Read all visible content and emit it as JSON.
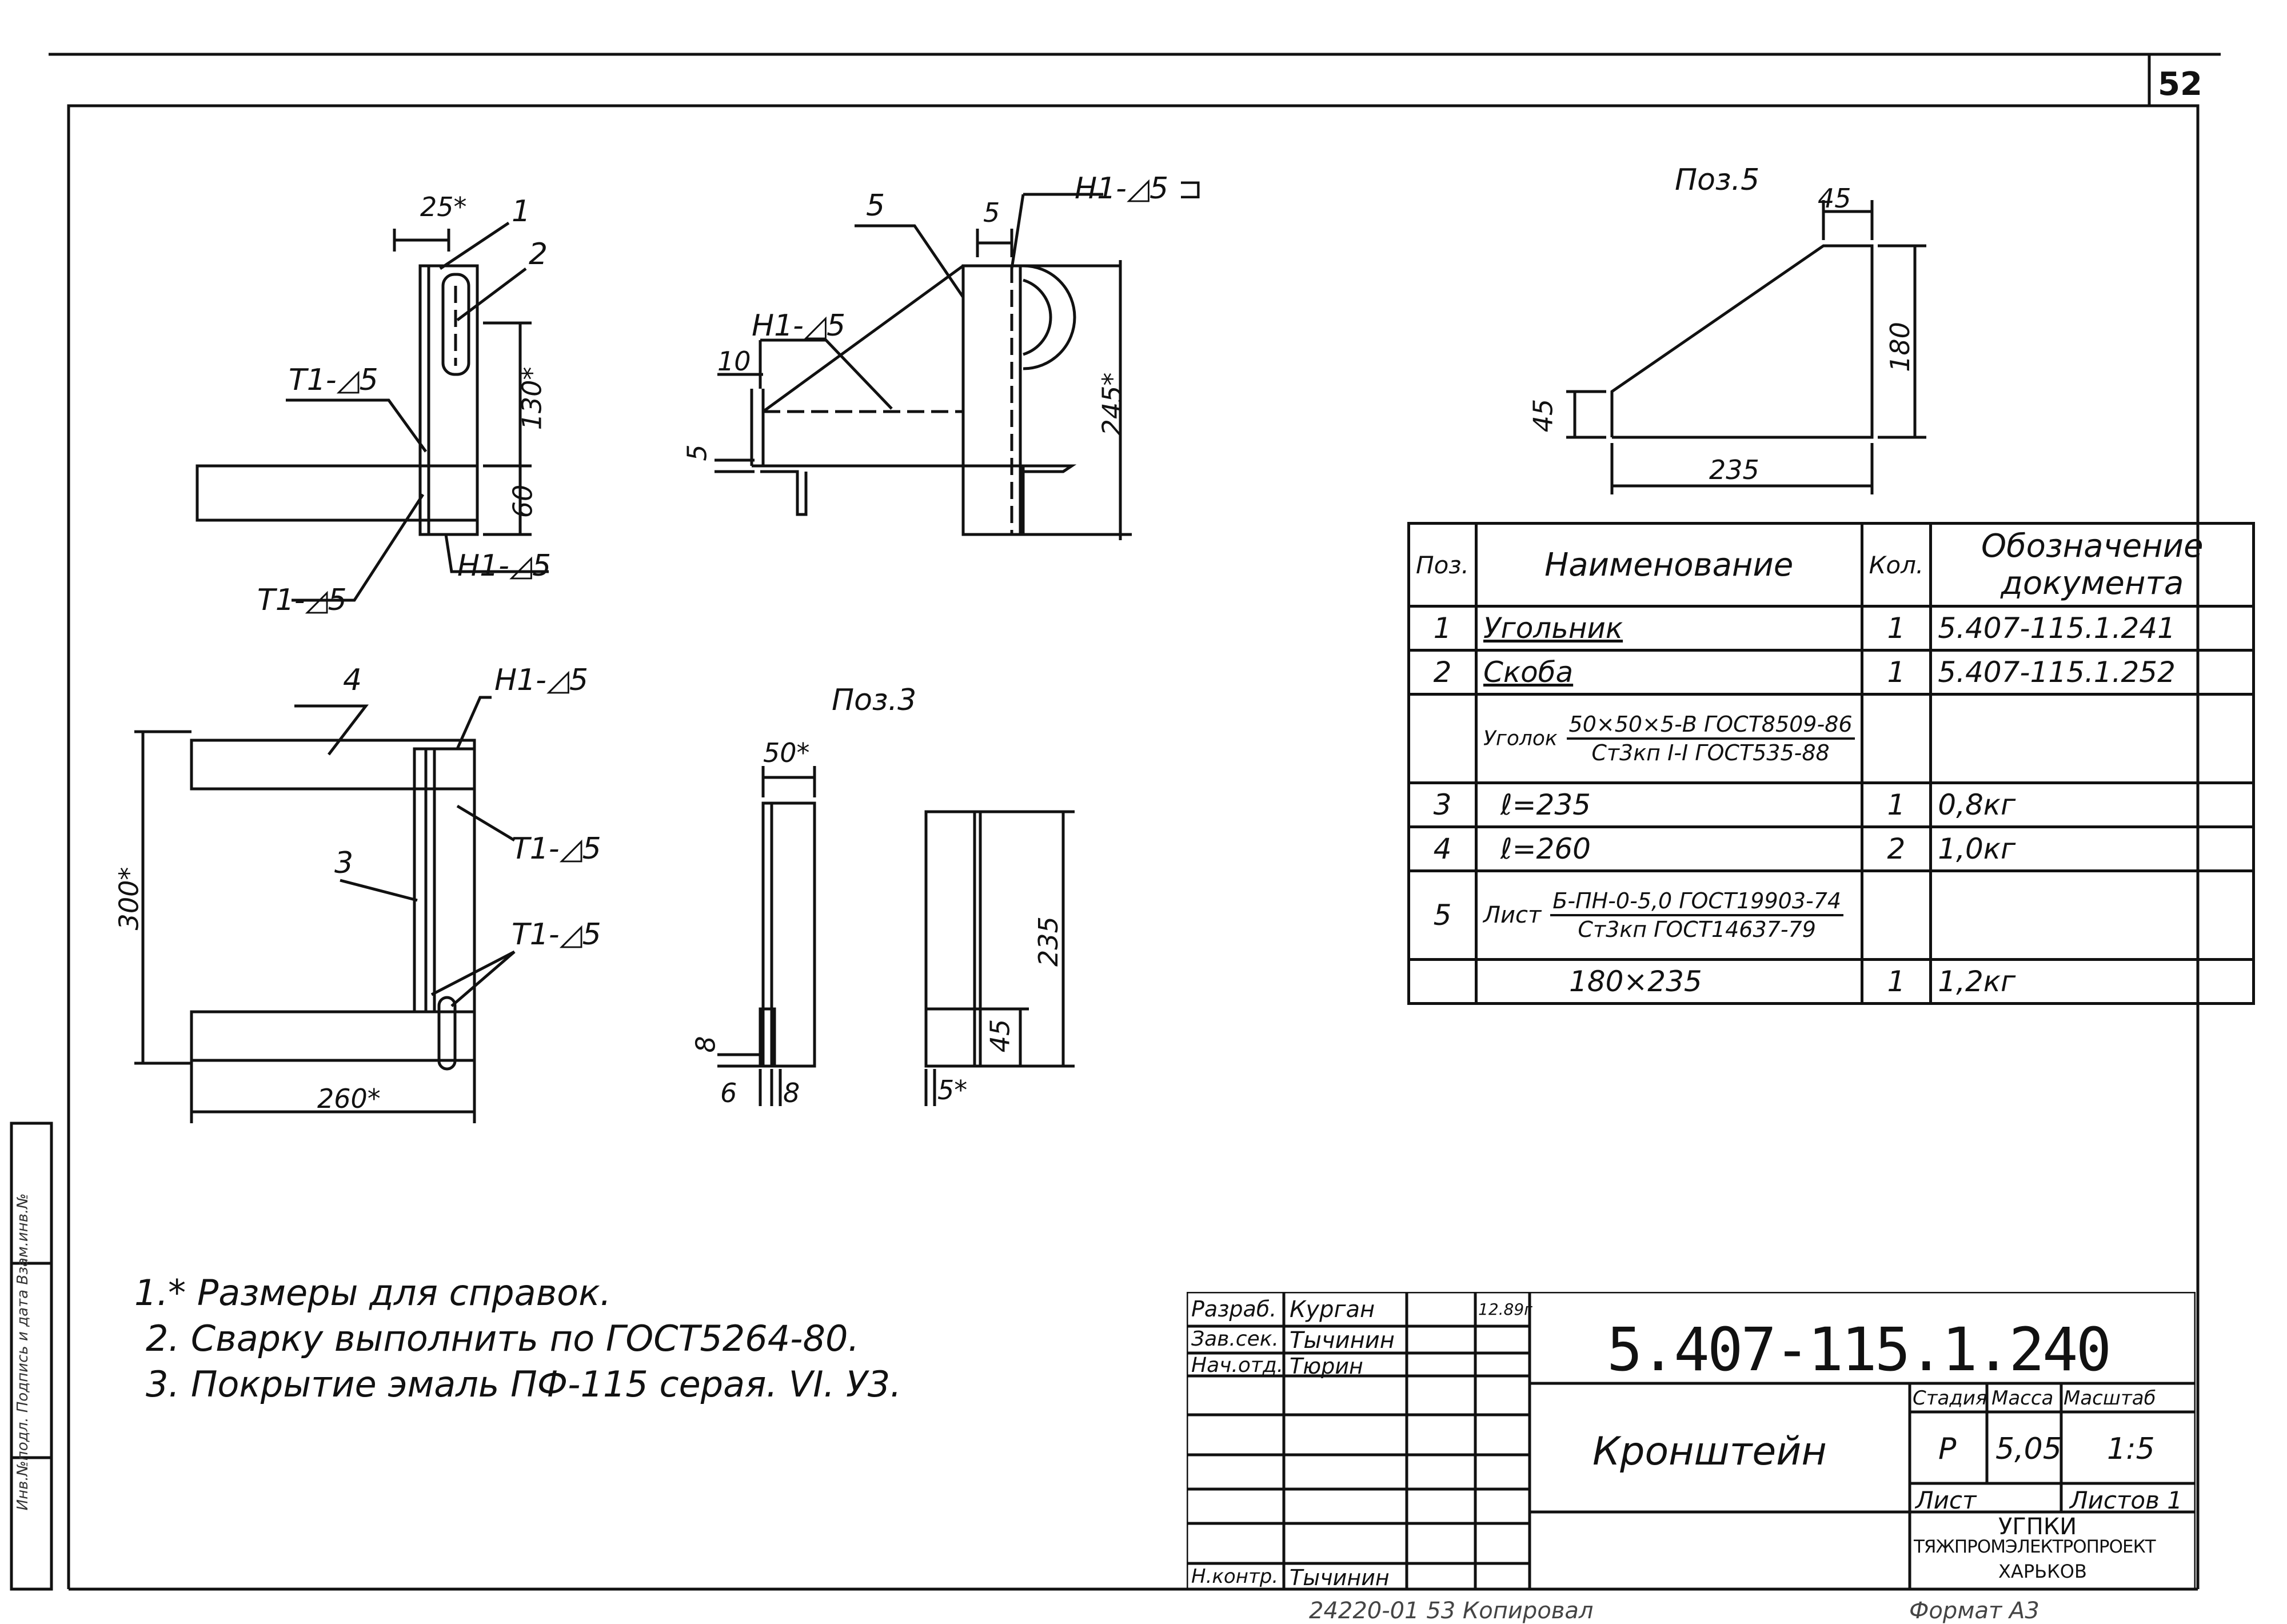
{
  "sheet": {
    "number": "52",
    "code": "5.407-115.1.240",
    "title": "Кронштейн",
    "footer": "24220-01  53  Копировал",
    "format": "Формат A3"
  },
  "view1": {
    "labels": [
      "25*",
      "1",
      "2",
      "Т1-◿5",
      "130*",
      "60",
      "Т1-◿5",
      "Н1-◿5"
    ]
  },
  "view2": {
    "labels": [
      "5",
      "5",
      "Н1-◿5 ⊐",
      "Н1-◿5",
      "10",
      "5",
      "245*"
    ]
  },
  "view3": {
    "labels": [
      "4",
      "Н1-◿5",
      "Т1-◿5",
      "3",
      "Т1-◿5",
      "300*",
      "260*"
    ]
  },
  "poz3": {
    "title": "Поз.3",
    "labels": [
      "50*",
      "8",
      "6",
      "8",
      "235",
      "45",
      "5*"
    ]
  },
  "poz5": {
    "title": "Поз.5",
    "labels": [
      "45",
      "180",
      "45",
      "235"
    ]
  },
  "spec": {
    "headers": [
      "Поз.",
      "Наименование",
      "Кол.",
      "Обозначение документа"
    ],
    "rows": [
      {
        "pos": "1",
        "name": "Угольник",
        "qty": "1",
        "doc": "5.407-115.1.241"
      },
      {
        "pos": "2",
        "name": "Скоба",
        "qty": "1",
        "doc": "5.407-115.1.252"
      },
      {
        "pos": "",
        "name_prefix": "Уголок",
        "name_top": "50×50×5-В ГОСТ8509-86",
        "name_bottom": "Ст3кп I-I ГОСТ535-88",
        "qty": "",
        "doc": ""
      },
      {
        "pos": "3",
        "name": "ℓ=235",
        "qty": "1",
        "doc": "0,8кг"
      },
      {
        "pos": "4",
        "name": "ℓ=260",
        "qty": "2",
        "doc": "1,0кг"
      },
      {
        "pos": "5",
        "name_prefix": "Лист",
        "name_top": "Б-ПН-0-5,0 ГОСТ19903-74",
        "name_bottom": "Ст3кп ГОСТ14637-79",
        "qty": "",
        "doc": ""
      },
      {
        "pos": "",
        "name": "180×235",
        "qty": "1",
        "doc": "1,2кг"
      }
    ]
  },
  "notes": [
    "1.* Размеры для справок.",
    "2. Сварку выполнить по ГОСТ5264-80.",
    "3. Покрытие эмаль ПФ-115 серая. VI. У3."
  ],
  "title_block": {
    "roles": [
      {
        "role": "Разраб.",
        "name": "Курган",
        "date": "12.89г"
      },
      {
        "role": "Зав.сек.",
        "name": "Тычинин",
        "date": ""
      },
      {
        "role": "Нач.отд.",
        "name": "Тюрин",
        "date": ""
      },
      {
        "role": "Н.контр.",
        "name": "Тычинин",
        "date": ""
      }
    ],
    "stage_label": "Стадия",
    "mass_label": "Масса",
    "scale_label": "Масштаб",
    "stage": "Р",
    "mass": "5,05",
    "scale": "1:5",
    "sheet_label": "Лист",
    "sheets_label": "Листов 1",
    "org_line1": "УГПКИ",
    "org_line2": "ТЯЖПРОМЭЛЕКТРОПРОЕКТ",
    "org_line3": "ХАРЬКОВ"
  },
  "side_stamp": {
    "text": "Инв.№подл.  Подпись и дата  Взам.инв.№"
  }
}
